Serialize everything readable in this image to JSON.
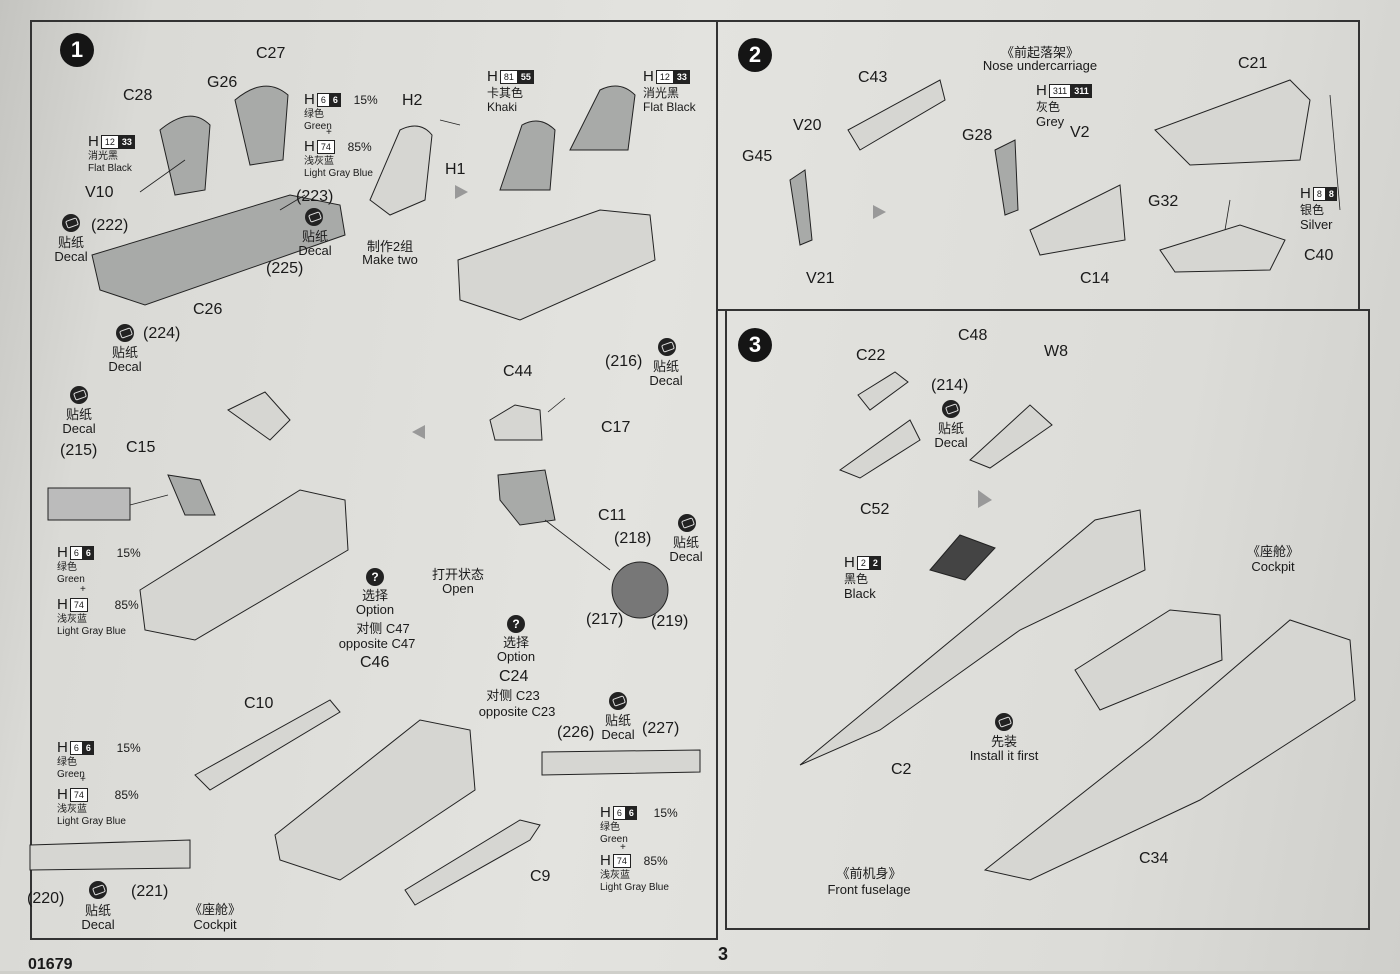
{
  "page": {
    "number": "3",
    "code": "01679"
  },
  "steps": [
    {
      "num": "1"
    },
    {
      "num": "2"
    },
    {
      "num": "3"
    }
  ],
  "s1": {
    "parts": {
      "c28": "C28",
      "g26": "G26",
      "c27": "C27",
      "v10": "V10",
      "d222": "(222)",
      "d223": "(223)",
      "d225": "(225)",
      "c26": "C26",
      "d224": "(224)",
      "h2": "H2",
      "h1": "H1",
      "c44": "C44",
      "d216": "(216)",
      "c17": "C17",
      "c11": "C11",
      "d215": "(215)",
      "c15": "C15",
      "d218": "(218)",
      "d217": "(217)",
      "d219": "(219)",
      "c47": "C47",
      "c46": "C46",
      "c23": "C23",
      "c24": "C24",
      "c10": "C10",
      "d226": "(226)",
      "d227": "(227)",
      "c9": "C9",
      "d220": "(220)",
      "d221": "(221)"
    },
    "make_two_cn": "制作2组",
    "make_two": "Make two",
    "open_cn": "打开状态",
    "open": "Open",
    "option_cn": "选择",
    "option": "Option",
    "opp_c47": "对侧  C47",
    "opp_c47_en": "opposite C47",
    "opp_c23": "对侧  C23",
    "opp_c23_en": "opposite C23",
    "cockpit_cn": "《座舱》",
    "cockpit": "Cockpit"
  },
  "decal": {
    "cn": "贴纸",
    "en": "Decal"
  },
  "paints": {
    "green": {
      "h": "H",
      "code": "6",
      "num": "6",
      "cn": "绿色",
      "en": "Green",
      "pct": "15%"
    },
    "lgb": {
      "h": "H",
      "code": "74",
      "num": "",
      "cn": "浅灰蓝",
      "en": "Light Gray Blue",
      "pct": "85%"
    },
    "flat_black_sm": {
      "h": "H",
      "code": "12",
      "num": "33",
      "cn": "消光黑",
      "en": "Flat Black"
    },
    "khaki": {
      "h": "H",
      "code": "81",
      "num": "55",
      "cn": "卡其色",
      "en": "Khaki"
    },
    "flat_black": {
      "h": "H",
      "code": "12",
      "num": "33",
      "cn": "消光黑",
      "en": "Flat Black"
    },
    "grey": {
      "h": "H",
      "code": "311",
      "num": "311",
      "cn": "灰色",
      "en": "Grey"
    },
    "silver": {
      "h": "H",
      "code": "8",
      "num": "8",
      "cn": "银色",
      "en": "Silver"
    },
    "black": {
      "h": "H",
      "code": "2",
      "num": "2",
      "cn": "黑色",
      "en": "Black"
    },
    "plus": "+"
  },
  "s2": {
    "title_cn": "《前起落架》",
    "title": "Nose undercarriage",
    "parts": {
      "c43": "C43",
      "v20": "V20",
      "g45": "G45",
      "v21": "V21",
      "g28": "G28",
      "v2": "V2",
      "c14": "C14",
      "c21": "C21",
      "g32": "G32",
      "c40": "C40"
    }
  },
  "s3": {
    "parts": {
      "c48": "C48",
      "c22": "C22",
      "d214": "(214)",
      "w8": "W8",
      "c52": "C52",
      "c2": "C2",
      "c34": "C34"
    },
    "cockpit_cn": "《座舱》",
    "cockpit": "Cockpit",
    "install_cn": "先装",
    "install": "Install it first",
    "front_cn": "《前机身》",
    "front": "Front fuselage"
  },
  "colors": {
    "ink": "#1a1a1a",
    "part_fill": "#a8aaa8",
    "paper": "#e0e0dc"
  }
}
